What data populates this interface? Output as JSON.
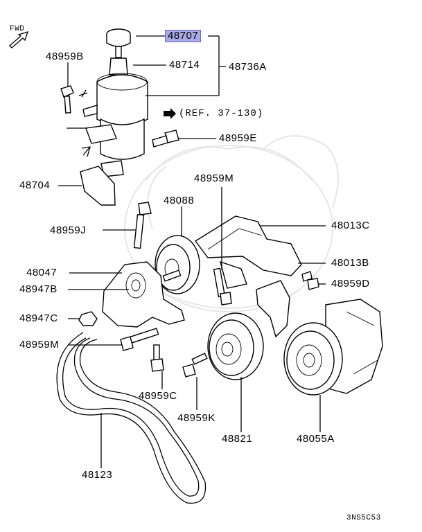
{
  "direction_label": "FWD",
  "reference_note": "(REF. 37-130)",
  "highlight_color": "#a9a9e8",
  "parts": {
    "p48707": "48707",
    "p48714": "48714",
    "p48736A": "48736A",
    "p48959B": "48959B",
    "p48959E": "48959E",
    "p48704": "48704",
    "p48959M_top": "48959M",
    "p48088": "48088",
    "p48013C": "48013C",
    "p48959J": "48959J",
    "p48047": "48047",
    "p48013B": "48013B",
    "p48947B": "48947B",
    "p48959D": "48959D",
    "p48947C": "48947C",
    "p48959M_bottom": "48959M",
    "p48959C": "48959C",
    "p48959K": "48959K",
    "p48821": "48821",
    "p48055A": "48055A",
    "p48123": "48123"
  },
  "diagram_code": "3NS5C53"
}
